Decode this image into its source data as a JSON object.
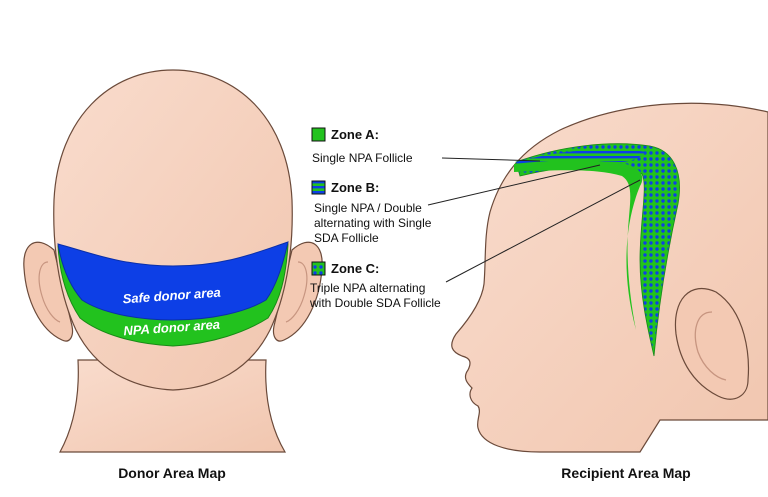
{
  "colors": {
    "skin": "#f6d2bf",
    "skin_shade": "#eec0a8",
    "outline": "#6b4a3a",
    "safe_blue": "#0d3fe6",
    "npa_green": "#22c21e",
    "white": "#ffffff"
  },
  "donor": {
    "caption": "Donor Area Map",
    "safe_label": "Safe donor area",
    "npa_label": "NPA donor area"
  },
  "recipient": {
    "caption": "Recipient Area Map"
  },
  "legend": {
    "zone_a": {
      "title": "Zone A:",
      "lines": [
        "Single NPA Follicle"
      ],
      "swatch": "solid-green"
    },
    "zone_b": {
      "title": "Zone B:",
      "lines": [
        "Single NPA / Double",
        "alternating with Single",
        "SDA Follicle"
      ],
      "swatch": "striped-blue-green"
    },
    "zone_c": {
      "title": "Zone C:",
      "lines": [
        "Triple NPA alternating",
        "with Double SDA Follicle"
      ],
      "swatch": "dotted-blue-on-green"
    }
  }
}
